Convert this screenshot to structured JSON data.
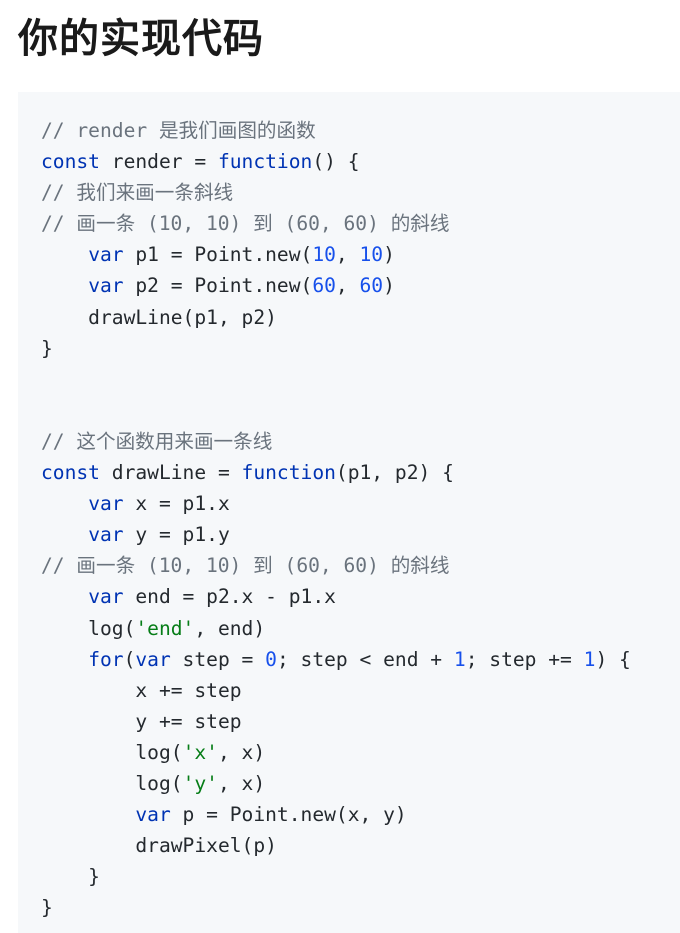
{
  "title": "你的实现代码",
  "code_lines": [
    [
      {
        "t": "cm",
        "v": "// render 是我们画图的函数"
      }
    ],
    [
      {
        "t": "kw",
        "v": "const"
      },
      {
        "t": "pl",
        "v": " render = "
      },
      {
        "t": "kw",
        "v": "function"
      },
      {
        "t": "pl",
        "v": "() {"
      }
    ],
    [
      {
        "t": "cm",
        "v": "// 我们来画一条斜线"
      }
    ],
    [
      {
        "t": "cm",
        "v": "// 画一条 (10, 10) 到 (60, 60) 的斜线"
      }
    ],
    [
      {
        "t": "pl",
        "v": "    "
      },
      {
        "t": "kw",
        "v": "var"
      },
      {
        "t": "pl",
        "v": " p1 = Point.new("
      },
      {
        "t": "num",
        "v": "10"
      },
      {
        "t": "pl",
        "v": ", "
      },
      {
        "t": "num",
        "v": "10"
      },
      {
        "t": "pl",
        "v": ")"
      }
    ],
    [
      {
        "t": "pl",
        "v": "    "
      },
      {
        "t": "kw",
        "v": "var"
      },
      {
        "t": "pl",
        "v": " p2 = Point.new("
      },
      {
        "t": "num",
        "v": "60"
      },
      {
        "t": "pl",
        "v": ", "
      },
      {
        "t": "num",
        "v": "60"
      },
      {
        "t": "pl",
        "v": ")"
      }
    ],
    [
      {
        "t": "pl",
        "v": "    drawLine(p1, p2)"
      }
    ],
    [
      {
        "t": "pl",
        "v": "}"
      }
    ],
    [],
    [],
    [
      {
        "t": "cm",
        "v": "// 这个函数用来画一条线"
      }
    ],
    [
      {
        "t": "kw",
        "v": "const"
      },
      {
        "t": "pl",
        "v": " drawLine = "
      },
      {
        "t": "kw",
        "v": "function"
      },
      {
        "t": "pl",
        "v": "(p1, p2) {"
      }
    ],
    [
      {
        "t": "pl",
        "v": "    "
      },
      {
        "t": "kw",
        "v": "var"
      },
      {
        "t": "pl",
        "v": " x = p1.x"
      }
    ],
    [
      {
        "t": "pl",
        "v": "    "
      },
      {
        "t": "kw",
        "v": "var"
      },
      {
        "t": "pl",
        "v": " y = p1.y"
      }
    ],
    [
      {
        "t": "cm",
        "v": "// 画一条 (10, 10) 到 (60, 60) 的斜线"
      }
    ],
    [
      {
        "t": "pl",
        "v": "    "
      },
      {
        "t": "kw",
        "v": "var"
      },
      {
        "t": "pl",
        "v": " end = p2.x - p1.x"
      }
    ],
    [
      {
        "t": "pl",
        "v": "    log("
      },
      {
        "t": "str",
        "v": "'end'"
      },
      {
        "t": "pl",
        "v": ", end)"
      }
    ],
    [
      {
        "t": "pl",
        "v": "    "
      },
      {
        "t": "kw",
        "v": "for"
      },
      {
        "t": "pl",
        "v": "("
      },
      {
        "t": "kw",
        "v": "var"
      },
      {
        "t": "pl",
        "v": " step = "
      },
      {
        "t": "num",
        "v": "0"
      },
      {
        "t": "pl",
        "v": "; step < end + "
      },
      {
        "t": "num",
        "v": "1"
      },
      {
        "t": "pl",
        "v": "; step += "
      },
      {
        "t": "num",
        "v": "1"
      },
      {
        "t": "pl",
        "v": ") {"
      }
    ],
    [
      {
        "t": "pl",
        "v": "        x += step"
      }
    ],
    [
      {
        "t": "pl",
        "v": "        y += step"
      }
    ],
    [
      {
        "t": "pl",
        "v": "        log("
      },
      {
        "t": "str",
        "v": "'x'"
      },
      {
        "t": "pl",
        "v": ", x)"
      }
    ],
    [
      {
        "t": "pl",
        "v": "        log("
      },
      {
        "t": "str",
        "v": "'y'"
      },
      {
        "t": "pl",
        "v": ", x)"
      }
    ],
    [
      {
        "t": "pl",
        "v": "        "
      },
      {
        "t": "kw",
        "v": "var"
      },
      {
        "t": "pl",
        "v": " p = Point.new(x, y)"
      }
    ],
    [
      {
        "t": "pl",
        "v": "        drawPixel(p)"
      }
    ],
    [
      {
        "t": "pl",
        "v": "    }"
      }
    ],
    [
      {
        "t": "pl",
        "v": "}"
      }
    ]
  ],
  "colors": {
    "comment": "#6a737d",
    "keyword": "#0033b3",
    "number": "#1750eb",
    "string": "#067d17",
    "text": "#24292e",
    "panel_background": "#f6f8fa"
  }
}
